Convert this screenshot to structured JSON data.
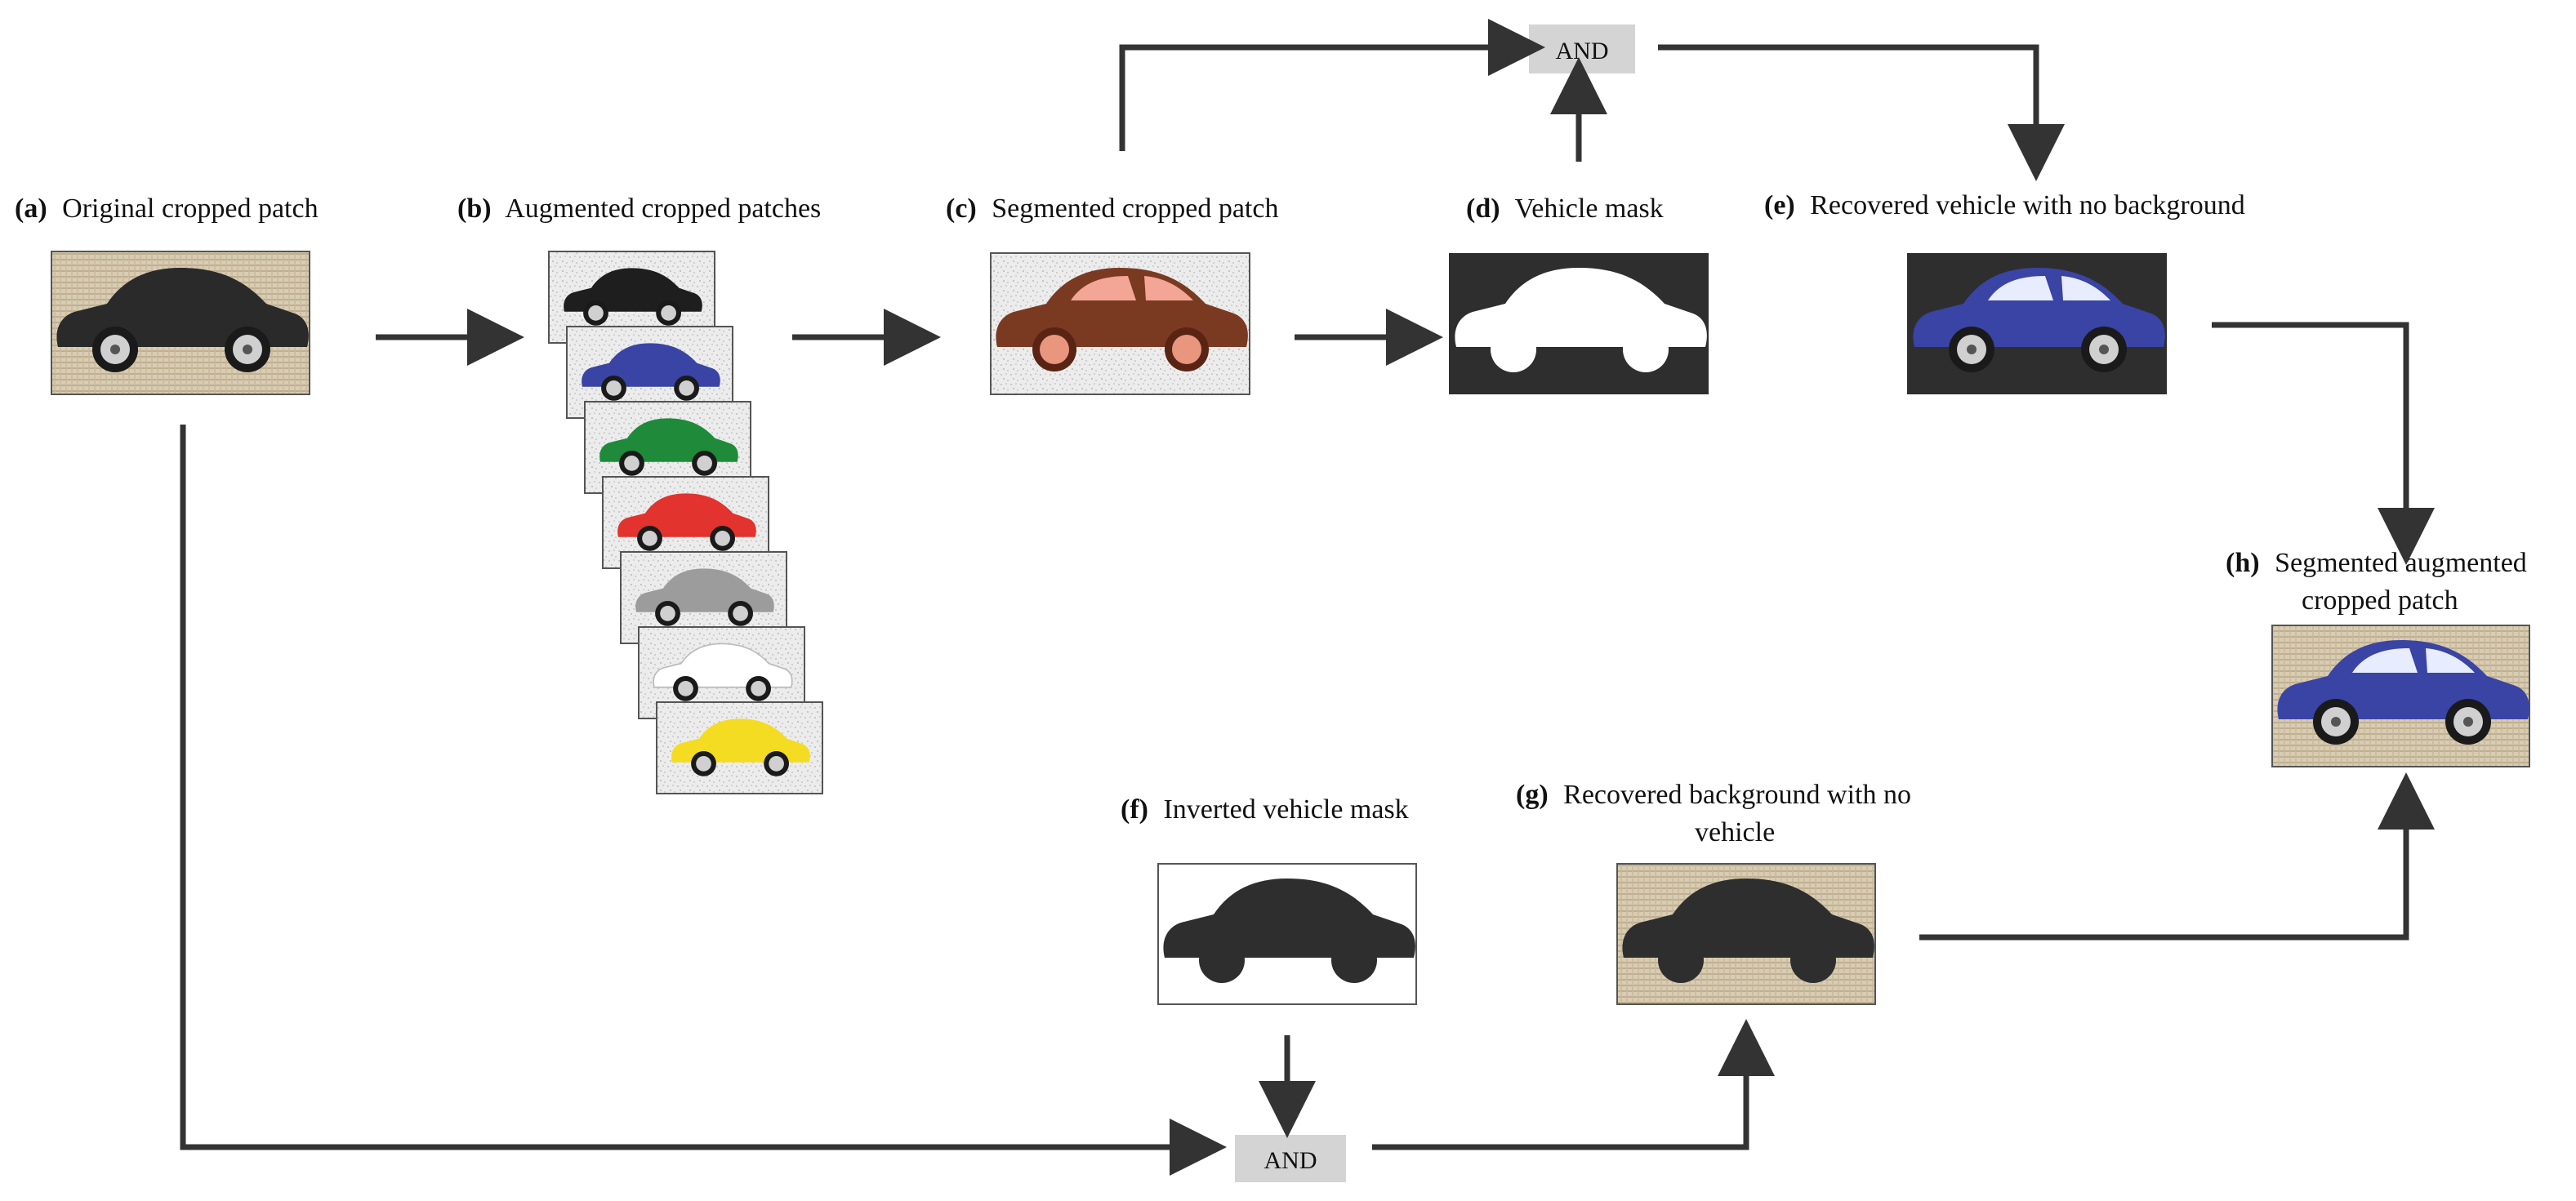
{
  "colors": {
    "burlap": "#d8ccb3",
    "burlap_line": "#b9a98a",
    "noise_bg": "#e9e9e9",
    "mask_black": "#2e2e2e",
    "arrow": "#333333",
    "and_box": "#d4d4d4"
  },
  "labels": {
    "a": {
      "tag": "(a)",
      "text": "Original cropped patch"
    },
    "b": {
      "tag": "(b)",
      "text": "Augmented cropped patches"
    },
    "c": {
      "tag": "(c)",
      "text": "Segmented cropped patch"
    },
    "d": {
      "tag": "(d)",
      "text": "Vehicle mask"
    },
    "e": {
      "tag": "(e)",
      "text": "Recovered vehicle with no background"
    },
    "f": {
      "tag": "(f)",
      "text": "Inverted vehicle mask"
    },
    "g": {
      "tag": "(g)",
      "text": "Recovered background with no",
      "text2": "vehicle"
    },
    "h": {
      "tag": "(h)",
      "text": "Segmented augmented",
      "text2": "cropped patch"
    }
  },
  "and_top": "AND",
  "and_bottom": "AND",
  "augment_colors": [
    "#1e1e1e",
    "#3a44a4",
    "#1f8b3a",
    "#e2332e",
    "#9c9c9c",
    "#ffffff",
    "#f4dc22"
  ]
}
